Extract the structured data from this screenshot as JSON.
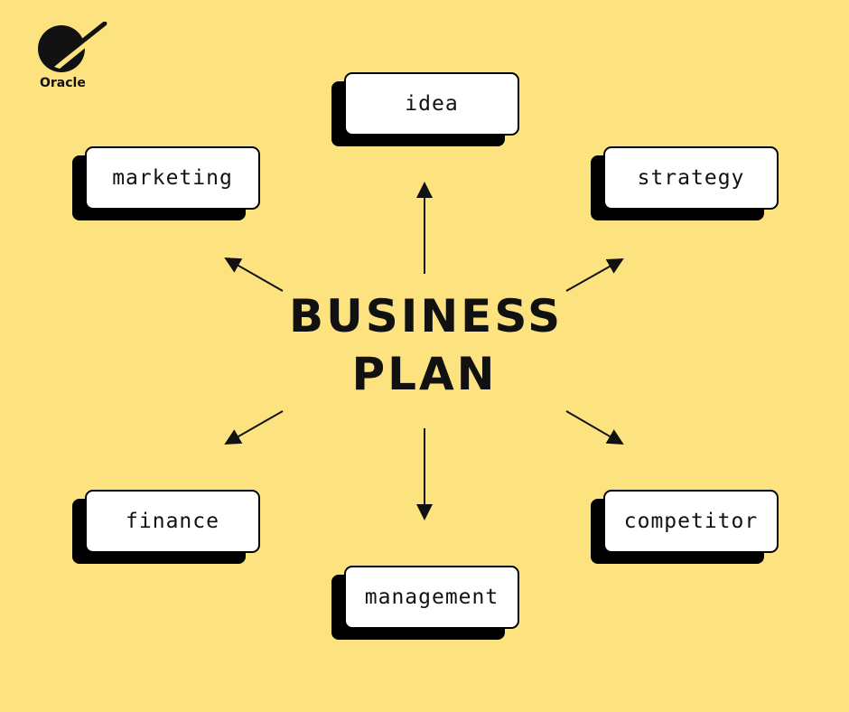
{
  "brand": {
    "name": "Oracle"
  },
  "title": {
    "line1": "BUSINESS",
    "line2": "PLAN"
  },
  "nodes": {
    "idea": "idea",
    "marketing": "marketing",
    "strategy": "strategy",
    "finance": "finance",
    "competitor": "competitor",
    "management": "management"
  },
  "colors": {
    "background": "#FDE37F",
    "card": "#FFFFFF",
    "ink": "#000000"
  }
}
